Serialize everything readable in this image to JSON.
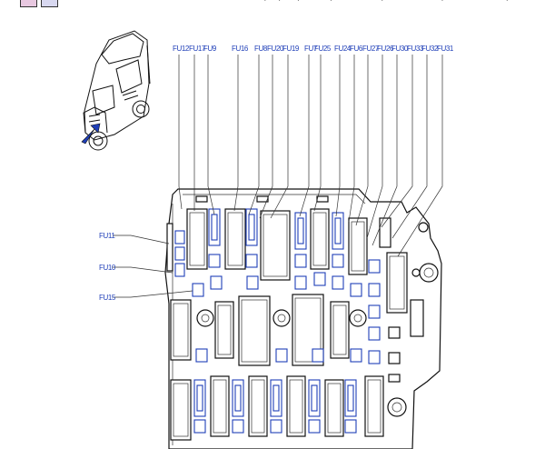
{
  "diagram": {
    "top_labels": [
      "FU12",
      "FU17",
      "FU9",
      "FU16",
      "FU8",
      "FU20",
      "FU19",
      "FU7",
      "FU25",
      "FU24",
      "FU6",
      "FU27",
      "FU26",
      "FU30",
      "FU33",
      "FU32",
      "FU31"
    ],
    "left_labels": [
      "FU11",
      "FU10",
      "FU15"
    ],
    "colors": {
      "label": "#1f3fb8",
      "fuse": "#1f3fb8",
      "outline": "#111111"
    }
  }
}
